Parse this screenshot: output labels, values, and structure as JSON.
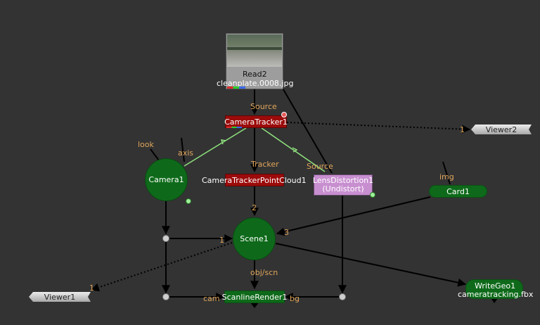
{
  "nodes": {
    "read": {
      "name": "Read2",
      "file": "cleanplate.0008.jpg"
    },
    "camera_tracker": {
      "label": "CameraTracker1"
    },
    "camera": {
      "label": "Camera1"
    },
    "point_cloud": {
      "label": "CameraTrackerPointCloud1"
    },
    "lens_distortion": {
      "label": "LensDistortion1",
      "sub": "(Undistort)"
    },
    "card": {
      "label": "Card1"
    },
    "scene": {
      "label": "Scene1"
    },
    "scanline": {
      "label": "ScanlineRender1"
    },
    "writegeo": {
      "name": "WriteGeo1",
      "file": "cameratracking.fbx"
    },
    "viewer1": {
      "label": "Viewer1"
    },
    "viewer2": {
      "label": "Viewer2"
    }
  },
  "labels": {
    "source": "Source",
    "source2": "Source",
    "tracker": "Tracker",
    "look": "look",
    "axis": "axis",
    "img": "img",
    "obj_scn": "obj/scn",
    "cam": "cam",
    "bg": "bg",
    "in_1_viewer2": "1",
    "in_1_viewer1": "1",
    "in_1_scene": "1",
    "in_2_scene": "2",
    "in_3_scene": "3"
  },
  "colors": {
    "background": "#333333",
    "node_green": "#0e6a1a",
    "node_red": "#9c0b0b",
    "node_purple": "#c88fd0",
    "link": "#000000",
    "link_green": "#8fe27e",
    "label_orange": "#e0a55a"
  }
}
